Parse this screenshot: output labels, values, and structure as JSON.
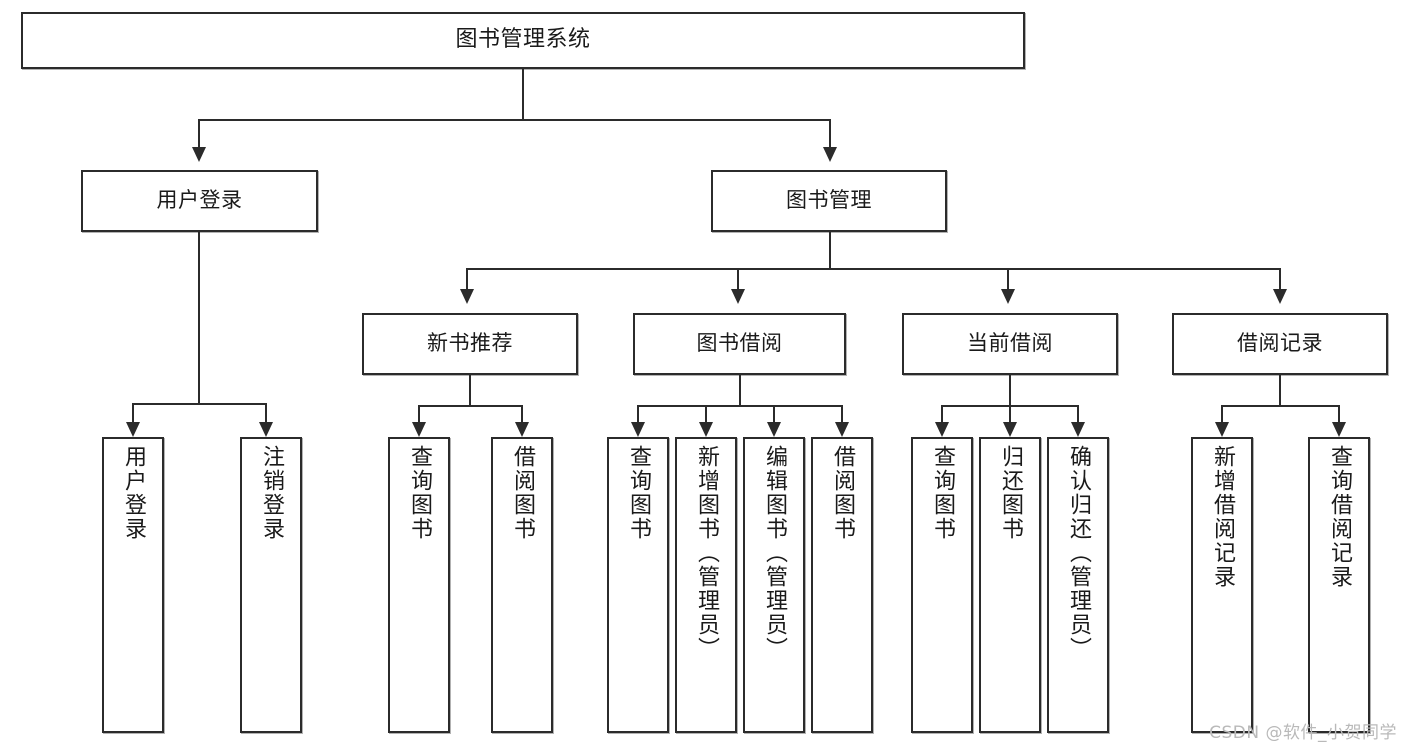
{
  "diagram": {
    "title": "图书管理系统",
    "type": "tree-hierarchy",
    "nodes": {
      "root": "图书管理系统",
      "level2": [
        "用户登录",
        "图书管理"
      ],
      "level3": [
        "新书推荐",
        "图书借阅",
        "当前借阅",
        "借阅记录"
      ],
      "leaves_user_login": [
        "用户登录",
        "注销登录"
      ],
      "leaves_new_book": [
        "查询图书",
        "借阅图书"
      ],
      "leaves_borrow": [
        "查询图书",
        "新增图书（管理员）",
        "编辑图书（管理员）",
        "借阅图书"
      ],
      "leaves_current": [
        "查询图书",
        "归还图书",
        "确认归还（管理员）"
      ],
      "leaves_record": [
        "新增借阅记录",
        "查询借阅记录"
      ]
    },
    "colors": {
      "stroke": "#2b2b2b",
      "fill": "#ffffff",
      "text": "#1a1a1a",
      "watermark": "#b9b9b9"
    }
  },
  "watermark": "CSDN @软件_小贺同学"
}
